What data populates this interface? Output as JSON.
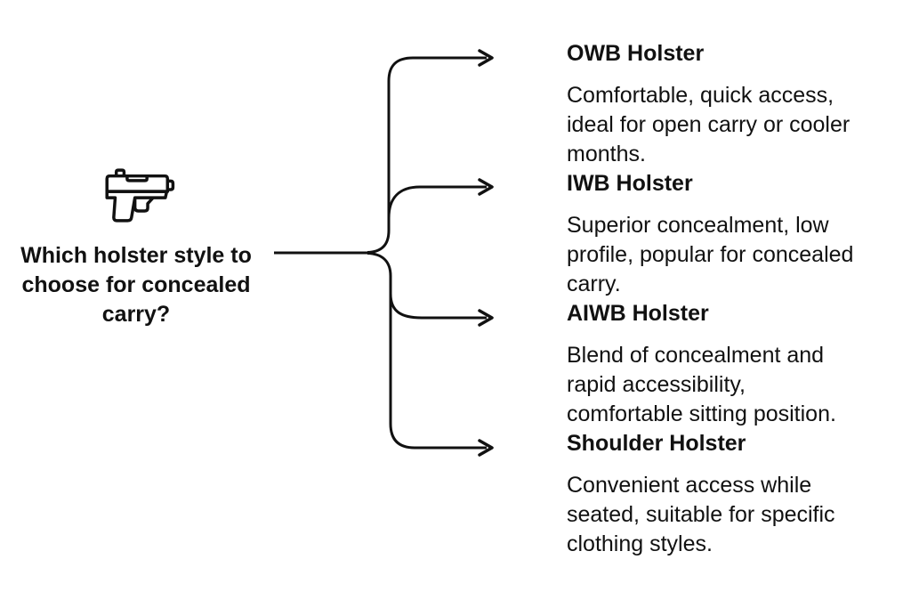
{
  "colors": {
    "background": "#ffffff",
    "ink": "#111111"
  },
  "root": {
    "icon": "pistol-icon",
    "question": "Which holster style to\nchoose for concealed\ncarry?"
  },
  "branches": [
    {
      "title": "OWB Holster",
      "description": "Comfortable, quick access,\nideal for open carry or cooler\nmonths."
    },
    {
      "title": "IWB Holster",
      "description": "Superior concealment, low\nprofile, popular for concealed\ncarry."
    },
    {
      "title": "AIWB Holster",
      "description": "Blend of concealment and\nrapid accessibility,\ncomfortable sitting position."
    },
    {
      "title": "Shoulder Holster",
      "description": "Convenient access while\nseated, suitable for specific\nclothing styles."
    }
  ]
}
